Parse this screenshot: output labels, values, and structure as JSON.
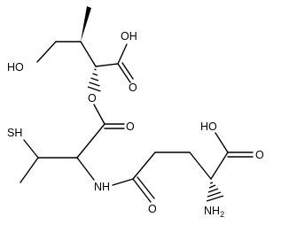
{
  "diagram": {
    "type": "skeletal-structure-formula",
    "colors": {
      "ink": "#000000",
      "background": "#ffffff"
    },
    "atom_labels": {
      "hydroxyl_top_left": "HO",
      "acid_top_oh": "OH",
      "acid_top_o": "O",
      "ester_o_link": "O",
      "ester_o_carbonyl": "O",
      "thiol": "SH",
      "amide_nh": "NH",
      "amide_o": "O",
      "acid_right_oh": "HO",
      "acid_right_o": "O",
      "amine": "NH2"
    }
  }
}
